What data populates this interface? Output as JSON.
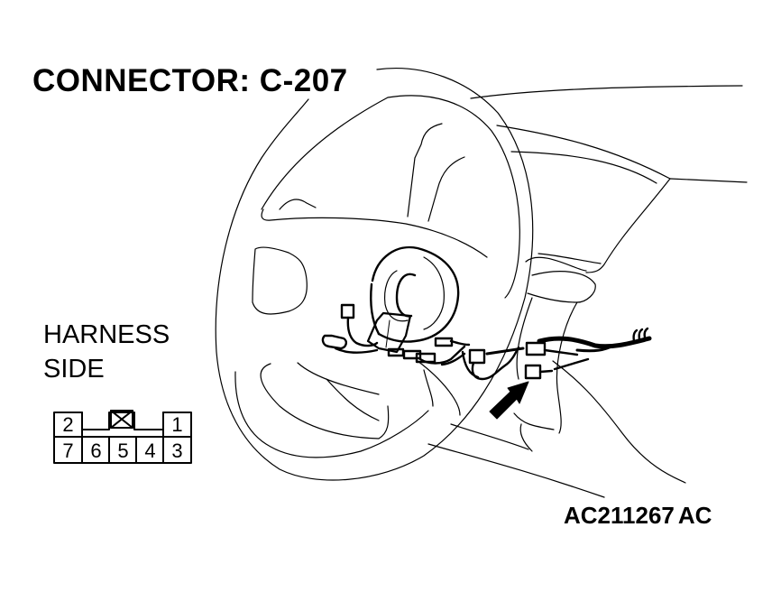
{
  "title": "CONNECTOR: C-207",
  "harness_label": {
    "line1": "HARNESS",
    "line2": "SIDE"
  },
  "figure_code": {
    "part1": "AC211267",
    "part2": "AC"
  },
  "connector_face": {
    "top_row": [
      {
        "pin": "2",
        "position": "left"
      },
      {
        "pin": "",
        "position": "center",
        "symbol": "x-box-icon",
        "note": "blank / no terminal"
      },
      {
        "pin": "1",
        "position": "right"
      }
    ],
    "bottom_row": [
      "7",
      "6",
      "5",
      "4",
      "3"
    ]
  },
  "colors": {
    "line": "#000000",
    "background": "#ffffff"
  },
  "illustration": {
    "subject": "steering wheel with clock spring and harness connectors",
    "pointer": "arrow-icon"
  }
}
